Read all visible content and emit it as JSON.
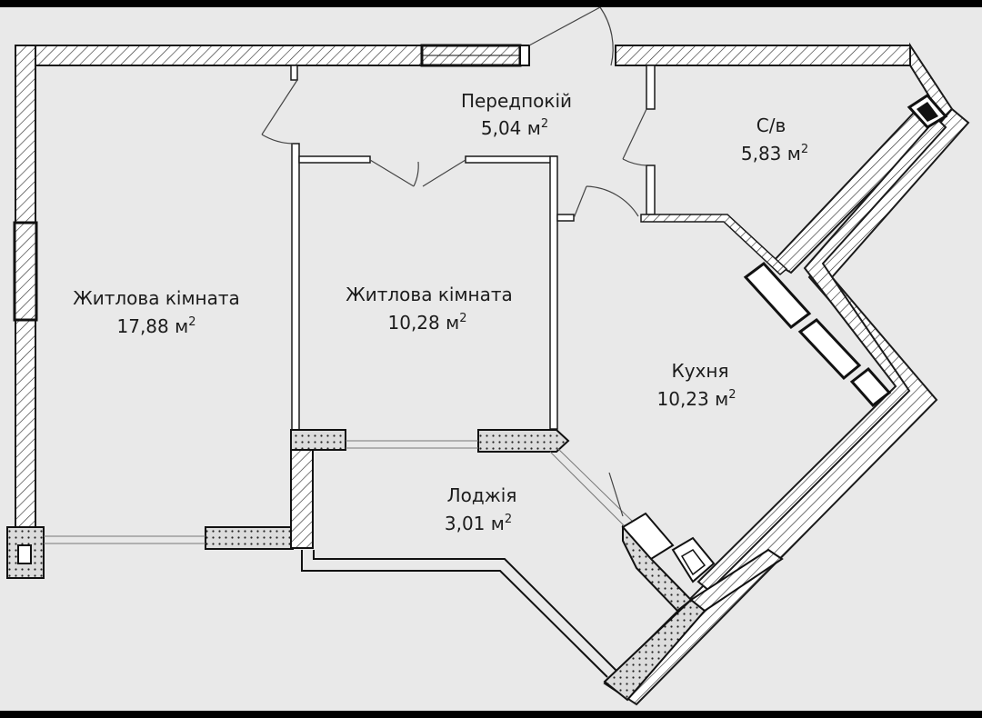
{
  "plan": {
    "rooms": [
      {
        "id": "living-1",
        "name": "Житлова кімната",
        "area": "17,88 м",
        "sup": "2"
      },
      {
        "id": "living-2",
        "name": "Житлова кімната",
        "area": "10,28 м",
        "sup": "2"
      },
      {
        "id": "hallway",
        "name": "Передпокій",
        "area": "5,04 м",
        "sup": "2"
      },
      {
        "id": "bathroom",
        "name": "С/в",
        "area": "5,83 м",
        "sup": "2"
      },
      {
        "id": "kitchen",
        "name": "Кухня",
        "area": "10,23 м",
        "sup": "2"
      },
      {
        "id": "loggia",
        "name": "Лоджія",
        "area": "3,01 м",
        "sup": "2"
      }
    ],
    "colors": {
      "background": "#e9e9e9",
      "frame": "#000000",
      "wall": "#1a1a1a",
      "text": "#1c1c1c"
    }
  }
}
